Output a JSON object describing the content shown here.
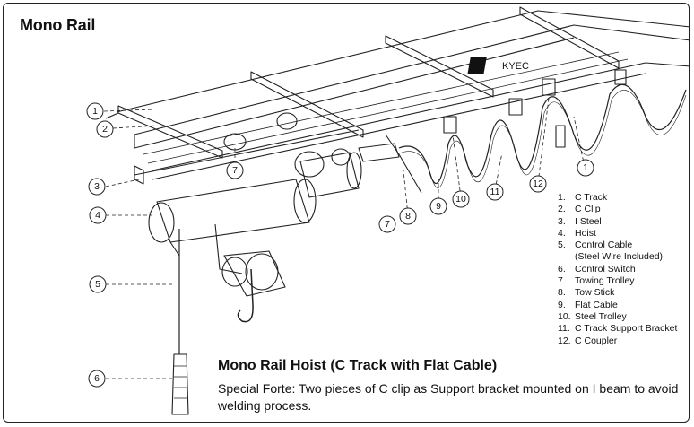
{
  "title": "Mono Rail",
  "brand_mark": "KYEC",
  "legend": [
    {
      "num": "1.",
      "label": "C Track"
    },
    {
      "num": "2.",
      "label": "C Clip"
    },
    {
      "num": "3.",
      "label": "I Steel"
    },
    {
      "num": "4.",
      "label": "Hoist"
    },
    {
      "num": "5.",
      "label": "Control Cable",
      "sub": "(Steel Wire Included)"
    },
    {
      "num": "6.",
      "label": "Control Switch"
    },
    {
      "num": "7.",
      "label": "Towing Trolley"
    },
    {
      "num": "8.",
      "label": "Tow Stick"
    },
    {
      "num": "9.",
      "label": "Flat Cable"
    },
    {
      "num": "10.",
      "label": "Steel Trolley"
    },
    {
      "num": "11.",
      "label": "C Track Support Bracket"
    },
    {
      "num": "12.",
      "label": "C Coupler"
    }
  ],
  "callouts": [
    "1",
    "2",
    "3",
    "4",
    "5",
    "6",
    "7",
    "7",
    "8",
    "9",
    "10",
    "11",
    "12",
    "1"
  ],
  "caption": {
    "title": "Mono Rail Hoist (C Track with Flat Cable)",
    "body": "Special Forte: Two pieces of C clip as Support bracket mounted on I beam to avoid welding process."
  }
}
